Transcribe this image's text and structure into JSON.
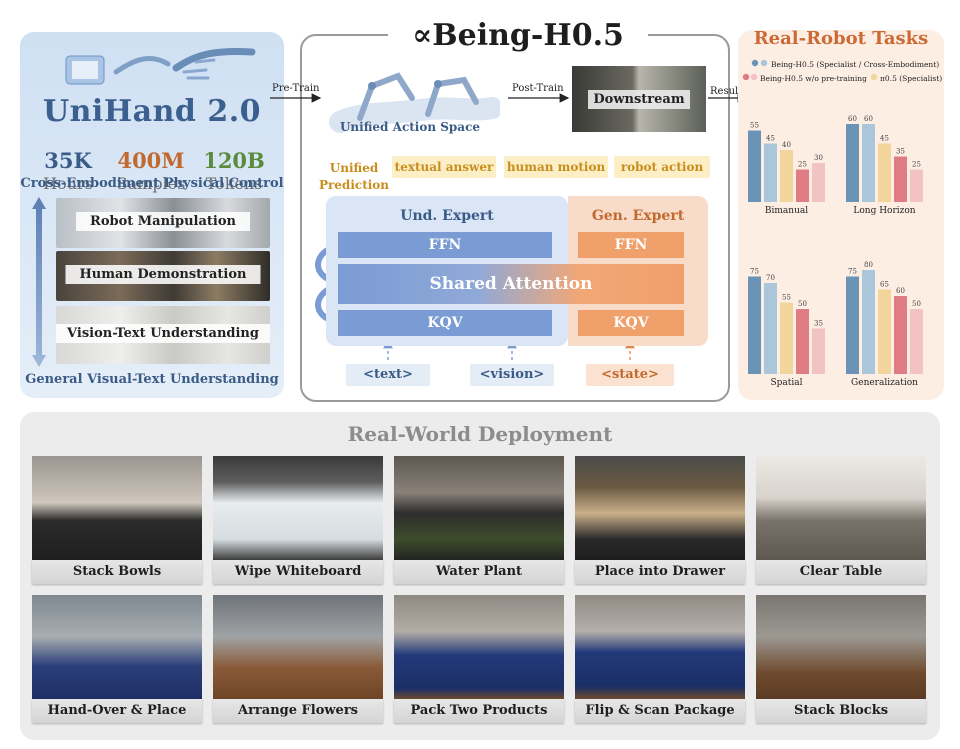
{
  "unihand": {
    "title": "UniHand 2.0",
    "stats": [
      {
        "value": "35K",
        "label": "Hours"
      },
      {
        "value": "400M",
        "label": "Samples"
      },
      {
        "value": "120B",
        "label": "Tokens"
      }
    ],
    "top_label": "Cross-Embodiment Physical Control",
    "bottom_label": "General Visual-Text Understanding",
    "strips": [
      "Robot Manipulation",
      "Human Demonstration",
      "Vision-Text Understanding"
    ]
  },
  "being": {
    "title": "∝Being-H0.5",
    "pretrain_label": "Pre-Train",
    "posttrain_label": "Post-Train",
    "results_label": "Results",
    "unified_action_space": "Unified Action Space",
    "downstream": "Downstream",
    "unified_prediction": "Unified Prediction",
    "predictions": [
      "textual answer",
      "human motion",
      "robot action"
    ],
    "und_expert": "Und. Expert",
    "gen_expert": "Gen. Expert",
    "ffn": "FFN",
    "shared_attention": "Shared Attention",
    "kqv": "KQV",
    "tokens": [
      "<text>",
      "<vision>",
      "<state>"
    ]
  },
  "real_robot": {
    "title": "Real-Robot Tasks",
    "legend": [
      "Being-H0.5 (Specialist / Cross-Embodiment)",
      "Being-H0.5 w/o pre-training",
      "π0.5 (Specialist)"
    ],
    "colors": {
      "specialist": "#6b93b6",
      "cross": "#a9c6da",
      "wo_pretrain": "#e07c84",
      "pi05": "#f1d59b",
      "pi05_alt": "#f3c2c2"
    }
  },
  "chart_data": [
    {
      "type": "bar",
      "title": "Bimanual",
      "values": [
        55,
        45,
        40,
        25,
        30
      ],
      "ylim": [
        0,
        100
      ]
    },
    {
      "type": "bar",
      "title": "Long Horizon",
      "values": [
        60,
        60,
        45,
        35,
        25
      ],
      "ylim": [
        0,
        100
      ]
    },
    {
      "type": "bar",
      "title": "Spatial",
      "values": [
        75,
        70,
        55,
        50,
        35
      ],
      "ylim": [
        0,
        100
      ]
    },
    {
      "type": "bar",
      "title": "Generalization",
      "values": [
        75,
        80,
        65,
        60,
        50
      ],
      "ylim": [
        0,
        100
      ]
    }
  ],
  "deployment": {
    "title": "Real-World Deployment",
    "tasks": [
      "Stack Bowls",
      "Wipe Whiteboard",
      "Water Plant",
      "Place into Drawer",
      "Clear Table",
      "Hand-Over & Place",
      "Arrange Flowers",
      "Pack Two Products",
      "Flip & Scan Package",
      "Stack Blocks"
    ]
  }
}
